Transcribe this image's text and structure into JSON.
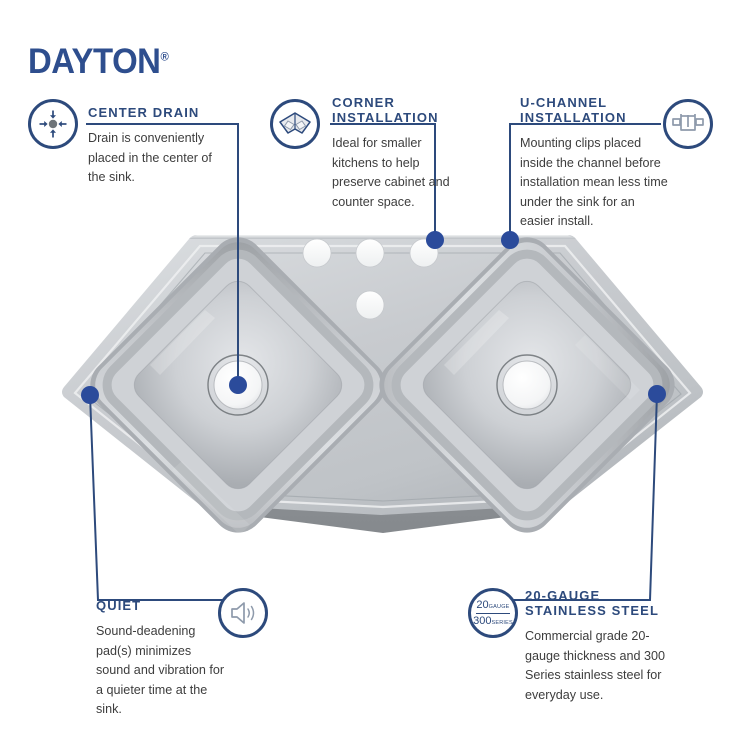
{
  "brand": {
    "name": "DAYTON",
    "registered": "®"
  },
  "accent_colors": {
    "navy": "#2d4a7c",
    "brand_blue": "#2e4e8e",
    "dot_blue": "#2b4b9b",
    "body_text": "#3d3d3d",
    "sink_steel_light": "#e3e5e7",
    "sink_steel_mid": "#b9bcc0",
    "sink_steel_dark": "#8e9296"
  },
  "callouts": [
    {
      "id": "center-drain",
      "heading": "CENTER DRAIN",
      "body": "Drain is conveniently placed in the center of the sink.",
      "icon": "center-drain-icon"
    },
    {
      "id": "corner-installation",
      "heading": "CORNER\nINSTALLATION",
      "body": "Ideal for smaller kitchens to help preserve cabinet and counter space.",
      "icon": "corner-sink-icon"
    },
    {
      "id": "u-channel-installation",
      "heading": "U-CHANNEL\nINSTALLATION",
      "body": "Mounting clips placed inside the channel before installation mean less time under the sink for an easier install.",
      "icon": "u-channel-icon"
    },
    {
      "id": "quiet",
      "heading": "QUIET",
      "body": "Sound-deadening pad(s) minimizes sound and vibration for a quieter time at the sink.",
      "icon": "speaker-icon"
    },
    {
      "id": "gauge",
      "heading": "20-GAUGE\nSTAINLESS STEEL",
      "body": "Commercial grade 20-gauge thickness and 300 Series stainless steel for everyday use.",
      "icon": "gauge-badge-icon",
      "icon_text_top_number": "20",
      "icon_text_top_word": "GAUGE",
      "icon_text_bottom_number": "300",
      "icon_text_bottom_word": "SERIES"
    }
  ],
  "product": {
    "type": "corner-double-bowl-sink",
    "faucet_holes": 4,
    "basins": 2
  }
}
